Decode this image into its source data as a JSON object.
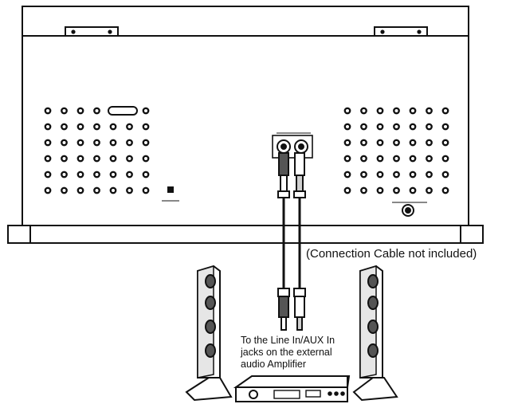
{
  "colors": {
    "ink": "#111111",
    "paper": "#ffffff",
    "shade": "#555555",
    "light_shade": "#cfcfcf"
  },
  "annotations": {
    "cable_note": "(Connection Cable not included)",
    "amp_instruction_lines": [
      "To the Line In/AUX In",
      "jacks on the external",
      "audio Amplifier"
    ]
  },
  "icons": {
    "hinge": "hinge-icon",
    "speaker": "speaker-icon",
    "amplifier": "amplifier-icon",
    "rca_plug": "rca-plug-icon"
  }
}
